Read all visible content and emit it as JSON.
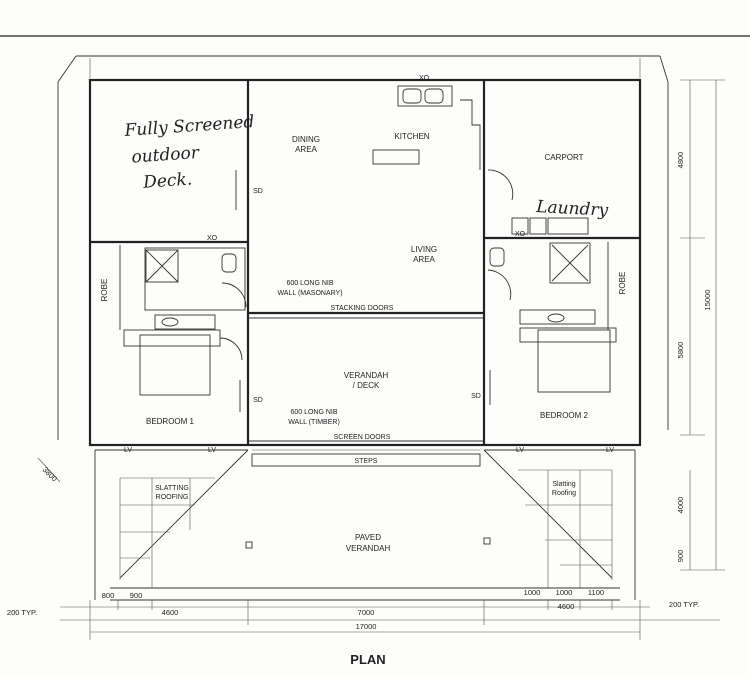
{
  "rooms": {
    "dining": "DINING\nAREA",
    "kitchen": "KITCHEN",
    "living": "LIVING\nAREA",
    "carport": "CARPORT",
    "veranda_deck": "VERANDAH\n/ DECK",
    "bedroom1": "BEDROOM 1",
    "bedroom2": "BEDROOM 2",
    "robe_left": "ROBE",
    "robe_right": "ROBE",
    "paved_verandah": "PAVED\nVERANDAH",
    "slatting_left": "SLATTING\nROOFING",
    "slatting_right": "Slatting\nRoofing"
  },
  "annotations": {
    "handwritten_deck": "Fully Screened\noutdoor\nDeck.",
    "handwritten_laundry": "Laundry",
    "xo_top": "XO",
    "xo_left": "XO",
    "xo_right": "XO",
    "sd_1": "SD",
    "sd_2": "SD",
    "sd_3": "SD",
    "nib_masonry": "600 LONG NIB\nWALL (MASONARY)",
    "nib_timber": "600 LONG NIB\nWALL (TIMBER)",
    "stacking_doors": "STACKING DOORS",
    "screen_doors": "SCREEN DOORS",
    "steps": "STEPS",
    "lv_1": "LV",
    "lv_2": "LV",
    "lv_3": "LV",
    "lv_4": "LV"
  },
  "dimensions": {
    "right_4800": "4800",
    "right_5800": "5800",
    "right_15000": "15000",
    "right_4000": "4000",
    "right_900": "900",
    "diag_3800": "3800",
    "bottom_800": "800",
    "bottom_900": "900",
    "bottom_4600_left": "4600",
    "bottom_7000": "7000",
    "bottom_4600_right": "4600",
    "bottom_17000": "17000",
    "bottom_1000_a": "1000",
    "bottom_1000_b": "1000",
    "bottom_1100": "1100",
    "typ_left": "200 TYP.",
    "typ_right": "200 TYP."
  },
  "title": "PLAN"
}
